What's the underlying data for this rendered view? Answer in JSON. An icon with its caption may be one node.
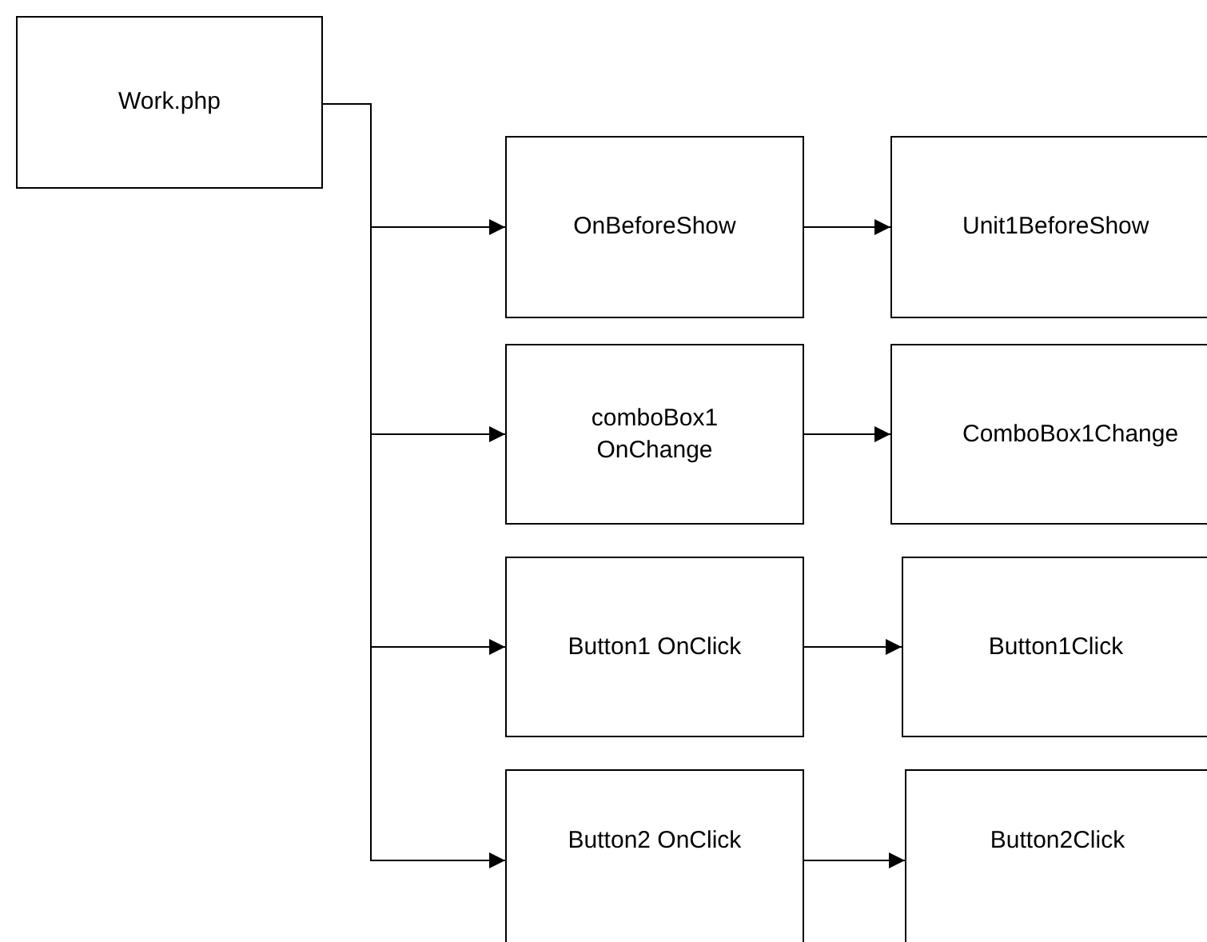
{
  "diagram": {
    "nodes": [
      {
        "text": [
          "Work.php"
        ]
      },
      {
        "text": [
          "OnBeforeShow"
        ]
      },
      {
        "text": [
          "Unit1BeforeShow"
        ]
      },
      {
        "text": [
          "comboBox1 OnChange"
        ]
      },
      {
        "text": [
          "ComboBox1Change"
        ]
      },
      {
        "text": [
          "Button1 OnClick"
        ]
      },
      {
        "text": [
          "Button1Click"
        ]
      },
      {
        "text": [
          "Button2 OnClick"
        ]
      },
      {
        "text": [
          "Button2Click"
        ]
      }
    ],
    "edges": [
      {
        "from": 0,
        "to": 1,
        "arrow": "to"
      },
      {
        "from": 1,
        "to": 2,
        "arrow": "to"
      },
      {
        "from": 0,
        "to": 3,
        "arrow": "to"
      },
      {
        "from": 3,
        "to": 4,
        "arrow": "to"
      },
      {
        "from": 0,
        "to": 5,
        "arrow": "to"
      },
      {
        "from": 5,
        "to": 6,
        "arrow": "to"
      },
      {
        "from": 0,
        "to": 7,
        "arrow": "to"
      },
      {
        "from": 7,
        "to": 8,
        "arrow": "to"
      }
    ]
  }
}
